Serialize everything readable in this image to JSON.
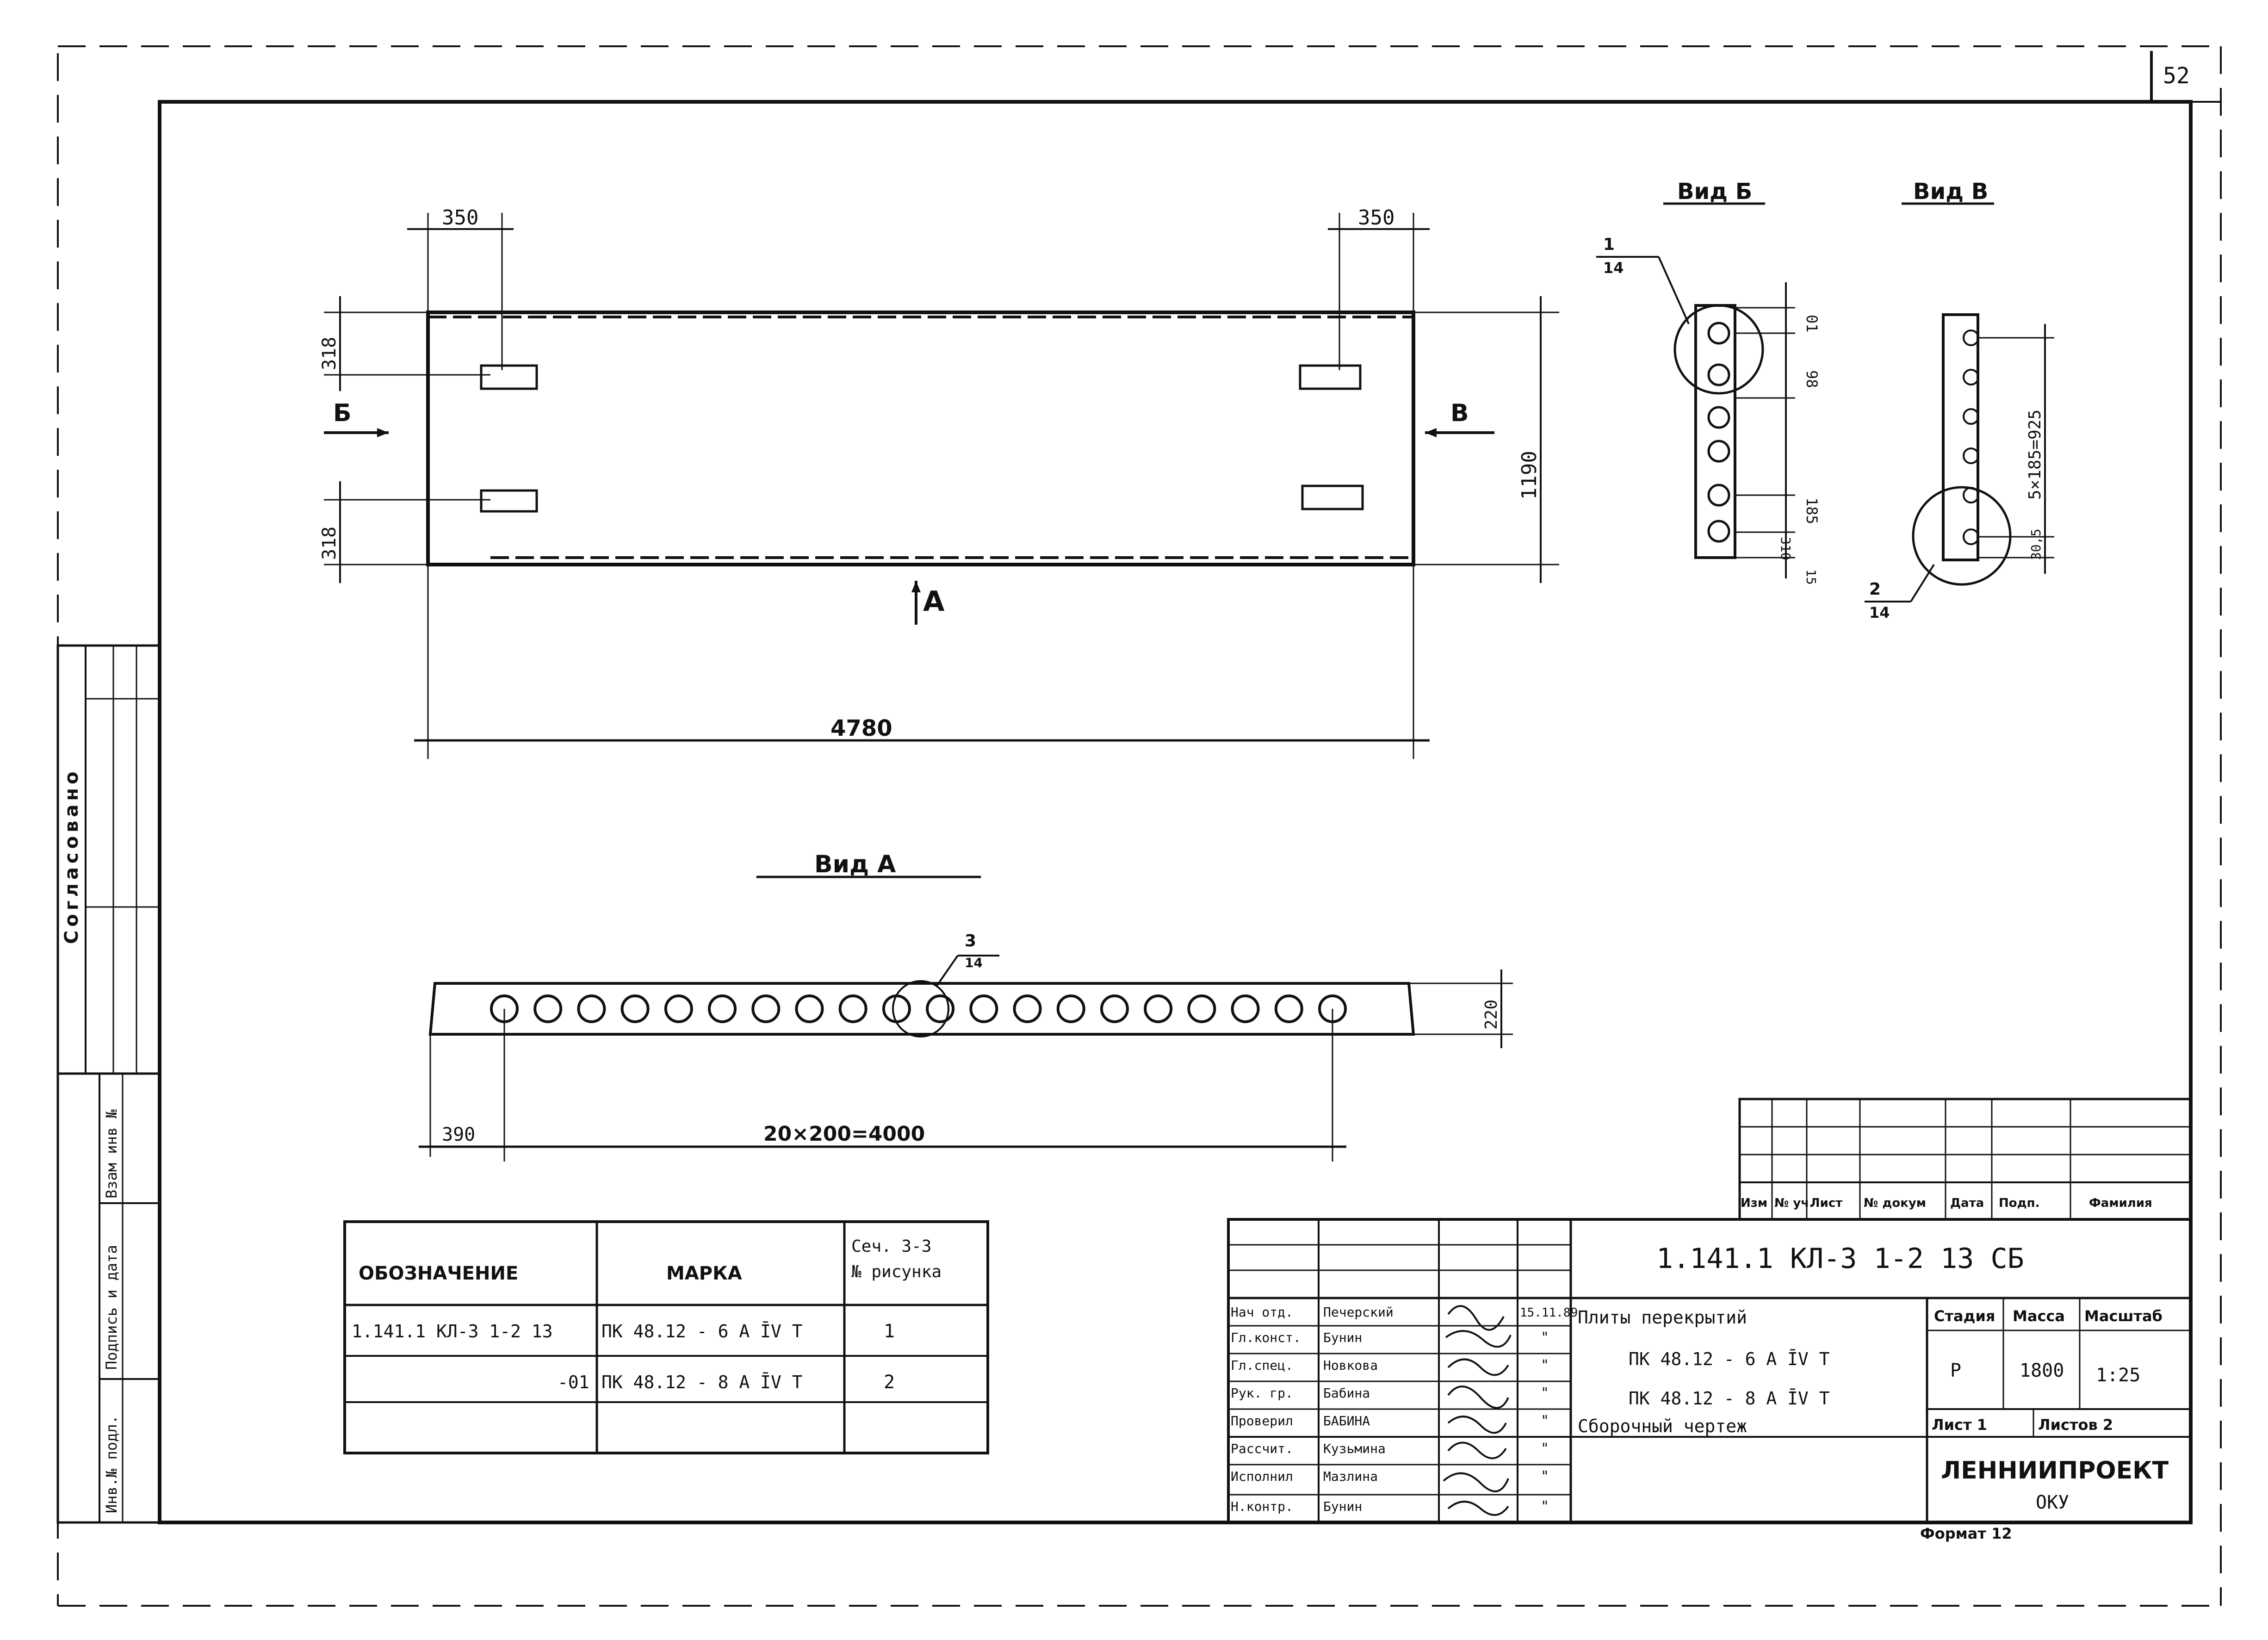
{
  "sheet_number": "52",
  "side_stamp": {
    "agreed_label": "Согласовано",
    "swap_inv_label": "Взам инв №",
    "sign_date_label": "Подпись и дата",
    "inv_orig_label": "Инв.№ подл."
  },
  "plan_view": {
    "dim_top_left": "350",
    "dim_top_right": "350",
    "dim_left_top": "318",
    "dim_left_bottom": "318",
    "dim_right_height": "1190",
    "dim_length": "4780",
    "view_arrow_left": "Б",
    "view_arrow_right": "В",
    "view_arrow_bottom": "А"
  },
  "view_b": {
    "title": "Вид Б",
    "callout_num": "1",
    "callout_sheet": "14",
    "dim_top": "01",
    "dim_a": "98",
    "dim_b": "185",
    "dim_c": "310",
    "dim_d": "15"
  },
  "view_v": {
    "title": "Вид В",
    "callout_num": "2",
    "callout_sheet": "14",
    "dim_span": "5×185=925",
    "dim_bottom": "30,5"
  },
  "view_a": {
    "title": "Вид А",
    "callout_num": "3",
    "callout_sheet": "14",
    "dim_height": "220",
    "dim_offset": "390",
    "dim_span": "20×200=4000",
    "holes_count": 20
  },
  "spec_table": {
    "headers": [
      "ОБОЗНАЧЕНИЕ",
      "МАРКА",
      "Сеч. 3-3\n№ рисунка"
    ],
    "rows": [
      [
        "1.141.1 КЛ-3  1-2  13",
        "ПК 48.12 - 6 А ĪV Т",
        "1"
      ],
      [
        "-01",
        "ПК 48.12 - 8 А ĪV Т",
        "2"
      ],
      [
        "",
        "",
        ""
      ]
    ]
  },
  "title_block": {
    "revision_headers": [
      "Изм",
      "№ уч.",
      "Лист",
      "№ докум",
      "Дата",
      "Подп.",
      "Фамилия"
    ],
    "document_code": "1.141.1 КЛ-3   1-2    13 СБ",
    "staff": [
      {
        "role": "Нач отд.",
        "name": "Печерский",
        "date": "15.11.89"
      },
      {
        "role": "Гл.конст.",
        "name": "Бунин",
        "date": "\""
      },
      {
        "role": "Гл.спец.",
        "name": "Новкова",
        "date": "\""
      },
      {
        "role": "Рук. гр.",
        "name": "Бабина",
        "date": "\""
      },
      {
        "role": "Проверил",
        "name": "БАБИНА",
        "date": "\""
      },
      {
        "role": "Рассчит.",
        "name": "Кузьмина",
        "date": "\""
      },
      {
        "role": "Исполнил",
        "name": "Мазлина",
        "date": "\""
      },
      {
        "role": "Н.контр.",
        "name": "Бунин",
        "date": "\""
      }
    ],
    "description_lines": [
      "Плиты  перекрытий",
      "ПК 48.12 - 6 А ĪV Т",
      "ПК 48.12 - 8 А ĪV Т",
      "Сборочный  чертеж"
    ],
    "stage_label": "Стадия",
    "mass_label": "Масса",
    "scale_label": "Масштаб",
    "stage_value": "Р",
    "mass_value": "1800",
    "scale_value": "1:25",
    "sheet_label": "Лист  1",
    "sheets_label": "Листов  2",
    "organization": "ЛЕННИИПРОЕКТ",
    "department": "ОКУ",
    "format_label": "Формат 12"
  }
}
